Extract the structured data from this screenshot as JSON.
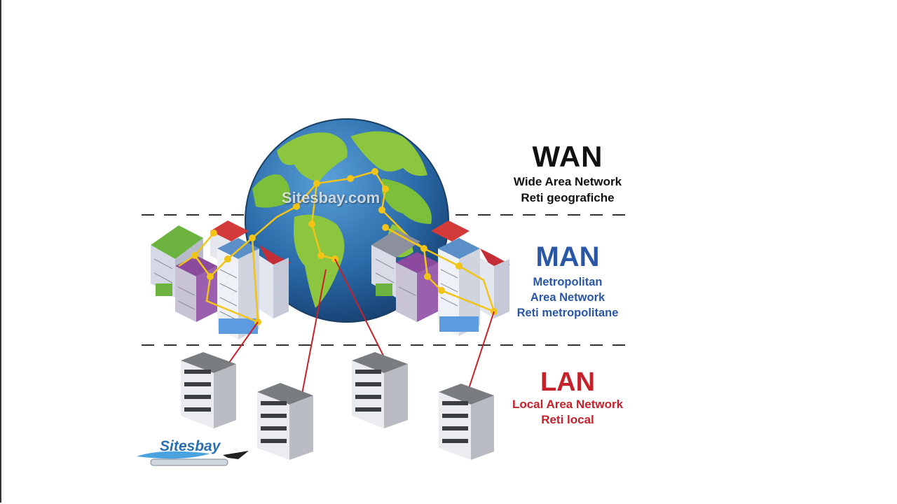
{
  "wan": {
    "title": "WAN",
    "lines": [
      "Wide Area Network",
      "Reti geografiche"
    ]
  },
  "man": {
    "title": "MAN",
    "lines": [
      "Metropolitan",
      "Area Network",
      "Reti metropolitane"
    ]
  },
  "lan": {
    "title": "LAN",
    "lines": [
      "Local Area Network",
      "Reti local"
    ]
  },
  "watermark": "Sitesbay.com",
  "logo": "Sitesbay",
  "colors": {
    "wan": "#111111",
    "man": "#2a56a6",
    "lan": "#c4212b",
    "link_yellow": "#f2c417",
    "link_red": "#c8202a"
  }
}
